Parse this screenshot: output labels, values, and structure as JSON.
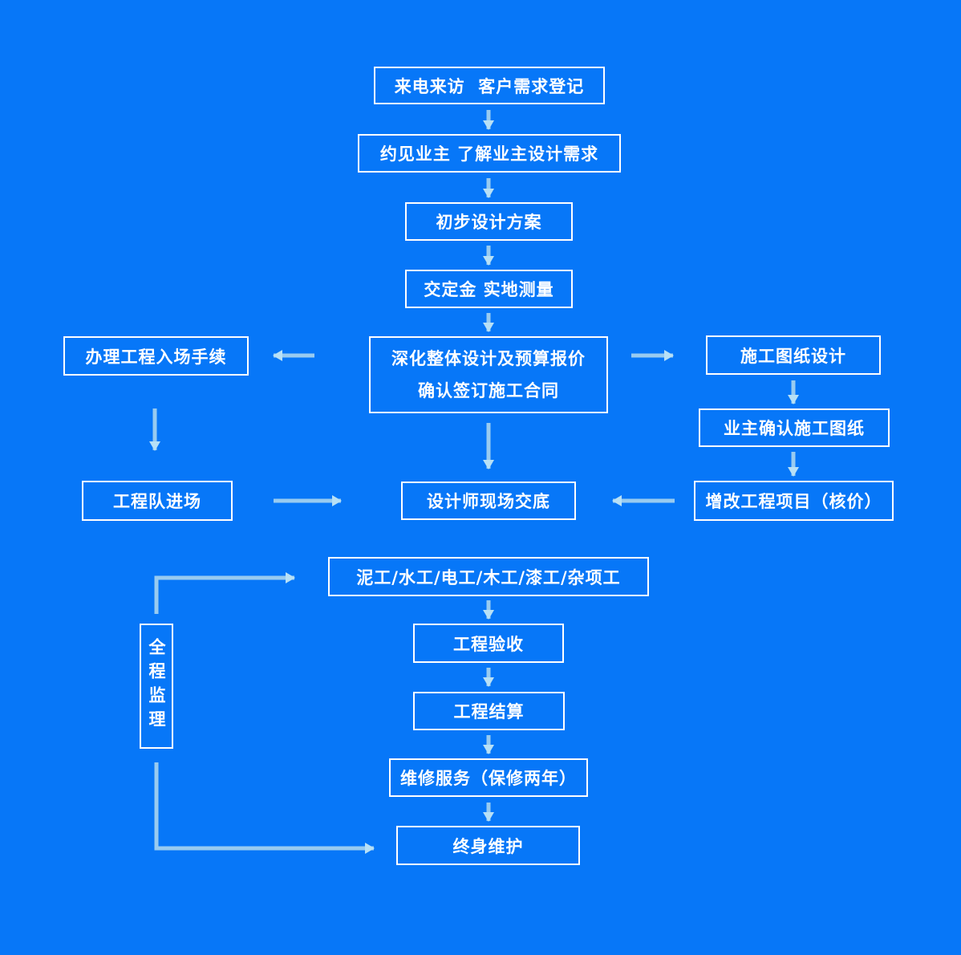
{
  "page": {
    "background_color": "#0777f8",
    "box_border_color": "#ffffff",
    "text_color": "#ffffff",
    "arrow_color": "#98cbf0",
    "arrow_head_color": "#b7e0f6"
  },
  "nodes": {
    "customer_registration": {
      "label": "来电来访  客户需求登记"
    },
    "meet_owner": {
      "label": "约见业主 了解业主设计需求"
    },
    "preliminary_design": {
      "label": "初步设计方案"
    },
    "deposit_survey": {
      "label": "交定金 实地测量"
    },
    "deepen_design": {
      "line1": "深化整体设计及预算报价",
      "line2": "确认签订施工合同"
    },
    "entry_procedures": {
      "label": "办理工程入场手续"
    },
    "construction_drawing": {
      "label": "施工图纸设计"
    },
    "owner_confirm_drawing": {
      "label": "业主确认施工图纸"
    },
    "modify_project": {
      "label": "增改工程项目（核价）"
    },
    "team_entry": {
      "label": "工程队进场"
    },
    "designer_briefing": {
      "label": "设计师现场交底"
    },
    "trades": {
      "label": "泥工/水工/电工/木工/漆工/杂项工"
    },
    "acceptance": {
      "label": "工程验收"
    },
    "settlement": {
      "label": "工程结算"
    },
    "maintenance_service": {
      "label": "维修服务（保修两年）"
    },
    "lifetime_maintenance": {
      "label": "终身维护"
    },
    "full_supervision": {
      "label": "全程监理"
    }
  },
  "edges": [
    {
      "from": "customer_registration",
      "to": "meet_owner"
    },
    {
      "from": "meet_owner",
      "to": "preliminary_design"
    },
    {
      "from": "preliminary_design",
      "to": "deposit_survey"
    },
    {
      "from": "deposit_survey",
      "to": "deepen_design"
    },
    {
      "from": "deepen_design",
      "to": "entry_procedures"
    },
    {
      "from": "deepen_design",
      "to": "construction_drawing"
    },
    {
      "from": "deepen_design",
      "to": "designer_briefing"
    },
    {
      "from": "construction_drawing",
      "to": "owner_confirm_drawing"
    },
    {
      "from": "owner_confirm_drawing",
      "to": "modify_project"
    },
    {
      "from": "modify_project",
      "to": "designer_briefing"
    },
    {
      "from": "entry_procedures",
      "to": "team_entry"
    },
    {
      "from": "team_entry",
      "to": "designer_briefing"
    },
    {
      "from": "designer_briefing",
      "to": "trades"
    },
    {
      "from": "trades",
      "to": "acceptance"
    },
    {
      "from": "acceptance",
      "to": "settlement"
    },
    {
      "from": "settlement",
      "to": "maintenance_service"
    },
    {
      "from": "maintenance_service",
      "to": "lifetime_maintenance"
    },
    {
      "from": "full_supervision",
      "to": "trades"
    },
    {
      "from": "full_supervision",
      "to": "lifetime_maintenance"
    }
  ]
}
